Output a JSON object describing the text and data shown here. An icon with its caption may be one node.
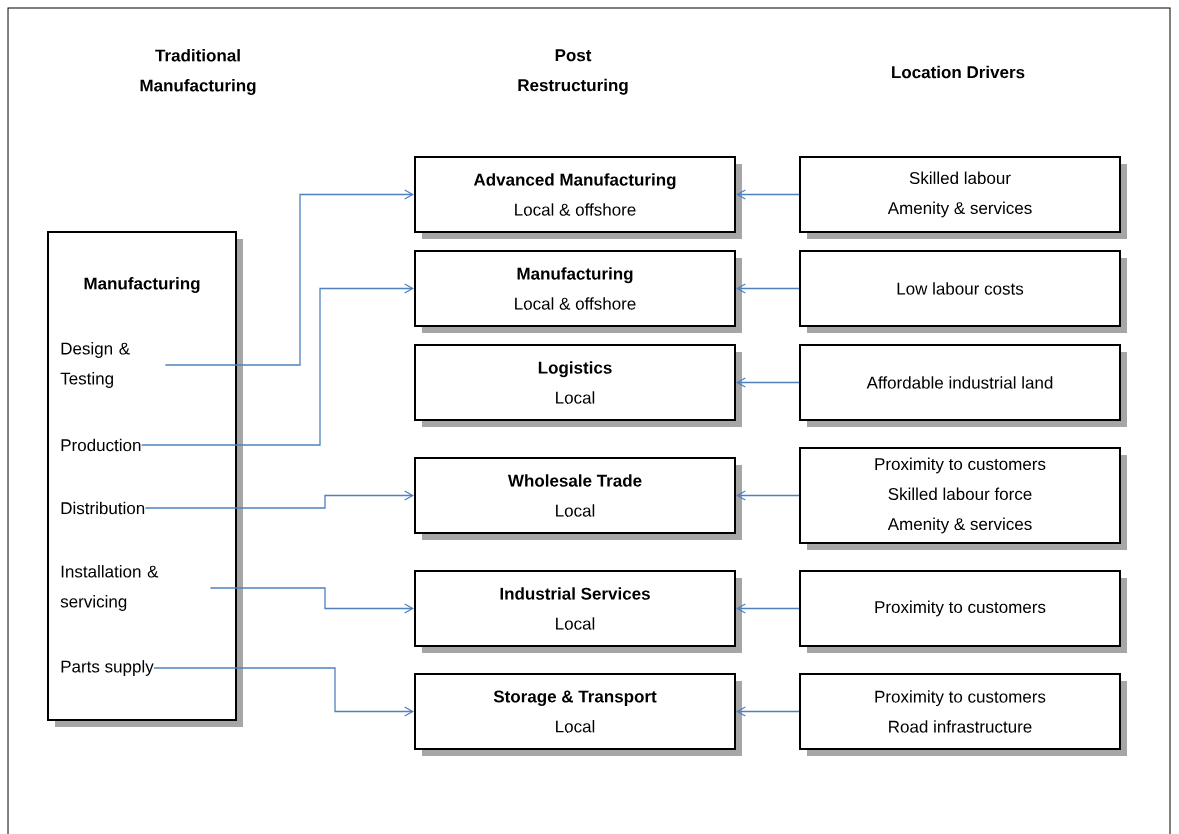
{
  "diagram": {
    "nodes": [
      {
        "text": [
          "Manufacturing"
        ]
      },
      {
        "text": [
          "Design & Testing"
        ],
        "in": 0
      },
      {
        "text": [
          "Production"
        ],
        "in": 0
      },
      {
        "text": [
          "Distribution"
        ],
        "in": 0
      },
      {
        "text": [
          "Installation & servicing"
        ],
        "in": 0
      },
      {
        "text": [
          "Parts supply"
        ],
        "in": 0
      },
      {
        "text": [
          "Advanced Manufacturing",
          "Local & offshore"
        ]
      },
      {
        "text": [
          "Manufacturing",
          "Local & offshore"
        ]
      },
      {
        "text": [
          "Logistics",
          "Local"
        ]
      },
      {
        "text": [
          "Wholesale Trade",
          "Local"
        ]
      },
      {
        "text": [
          "Industrial Services",
          "Local"
        ]
      },
      {
        "text": [
          "Storage & Transport",
          "Local"
        ]
      },
      {
        "text": [
          "Skilled labour",
          "Amenity & services"
        ]
      },
      {
        "text": [
          "Low labour costs"
        ]
      },
      {
        "text": [
          "Affordable industrial land"
        ]
      },
      {
        "text": [
          "Proximity to customers",
          "Skilled labour force",
          "Amenity & services"
        ]
      },
      {
        "text": [
          "Proximity to customers"
        ]
      },
      {
        "text": [
          "Proximity to customers",
          "Road infrastructure"
        ]
      }
    ],
    "edges": [
      {
        "from": 1,
        "to": 6,
        "arrow": "to"
      },
      {
        "from": 2,
        "to": 7,
        "arrow": "to"
      },
      {
        "from": 3,
        "to": 9,
        "arrow": "to"
      },
      {
        "from": 4,
        "to": 10,
        "arrow": "to"
      },
      {
        "from": 5,
        "to": 11,
        "arrow": "to"
      },
      {
        "from": 12,
        "to": 6,
        "arrow": "to"
      },
      {
        "from": 13,
        "to": 7,
        "arrow": "to"
      },
      {
        "from": 14,
        "to": 8,
        "arrow": "to"
      },
      {
        "from": 15,
        "to": 9,
        "arrow": "to"
      },
      {
        "from": 16,
        "to": 10,
        "arrow": "to"
      },
      {
        "from": 17,
        "to": 11,
        "arrow": "to"
      }
    ],
    "labels": [
      "Traditional Manufacturing",
      "Post Restructuring",
      "Location Drivers"
    ]
  }
}
